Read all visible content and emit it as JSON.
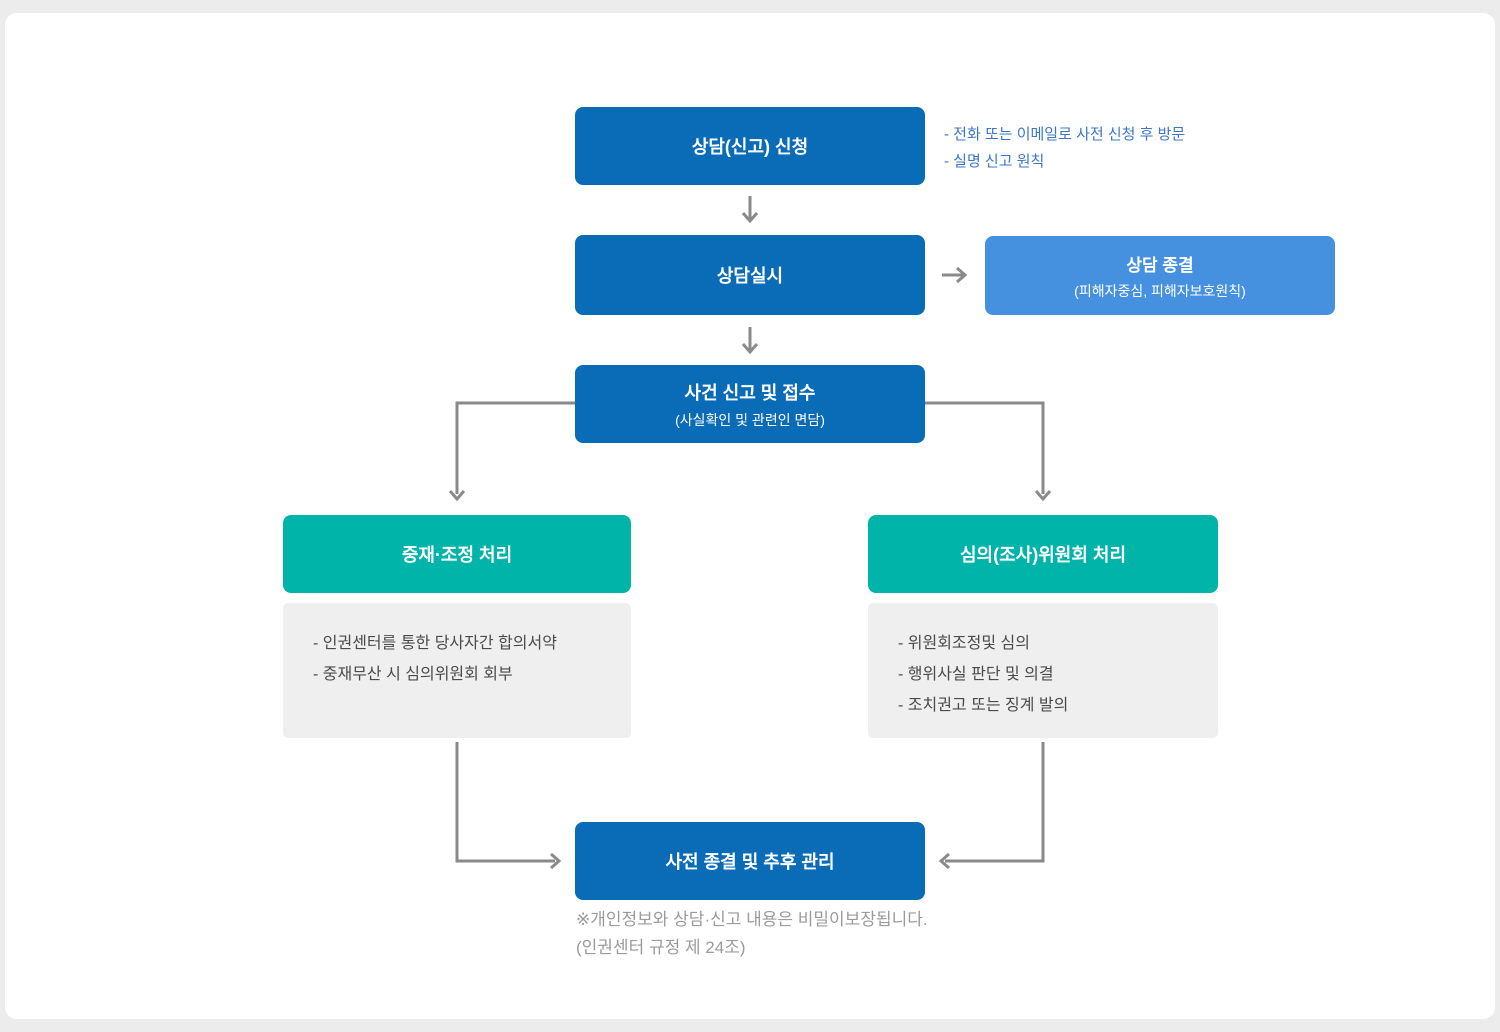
{
  "colors": {
    "primary-blue": "#0a6bb7",
    "light-blue": "#4590df",
    "teal": "#00b4a9",
    "panel-gray": "#efefef",
    "connector-gray": "#8a8a8a",
    "note-blue": "#3b76c5",
    "footnote-gray": "#9b9b9b",
    "page-bg": "#ececec",
    "card-bg": "#ffffff"
  },
  "flow": {
    "apply": {
      "title": "상담(신고) 신청",
      "notes": [
        "- 전화 또는 이메일로 사전 신청 후 방문",
        "- 실명 신고 원칙"
      ]
    },
    "consult": {
      "title": "상담실시"
    },
    "consult_end": {
      "title": "상담 종결",
      "subtitle": "(피해자중심, 피해자보호원칙)"
    },
    "report": {
      "title": "사건 신고 및 접수",
      "subtitle": "(사실확인 및 관련인 면담)"
    },
    "mediation": {
      "title": "중재·조정 처리",
      "details": [
        "- 인권센터를 통한 당사자간 합의서약",
        "- 중재무산 시 심의위원회 회부"
      ]
    },
    "committee": {
      "title": "심의(조사)위원회 처리",
      "details": [
        "- 위원회조정및 심의",
        "- 행위사실 판단 및 의결",
        "- 조치권고 또는 징계 발의"
      ]
    },
    "closing": {
      "title": "사전 종결 및 추후 관리"
    },
    "footnote": {
      "line1": "※개인정보와 상담·신고 내용은 비밀이보장됩니다.",
      "line2": "(인권센터 규정 제 24조)"
    }
  }
}
